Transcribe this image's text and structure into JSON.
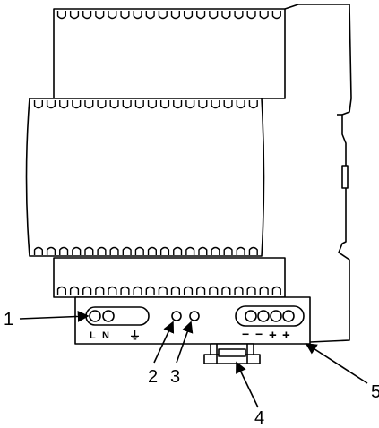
{
  "callouts": {
    "one": "1",
    "two": "2",
    "three": "3",
    "four": "4",
    "five": "5"
  },
  "terminal_marks": {
    "line": "L",
    "neutral": "N",
    "ground": "⏚",
    "minus_1": "−",
    "minus_2": "−",
    "plus_1": "+",
    "plus_2": "+"
  },
  "colors": {
    "line": "#000000",
    "body": "#ffffff"
  }
}
